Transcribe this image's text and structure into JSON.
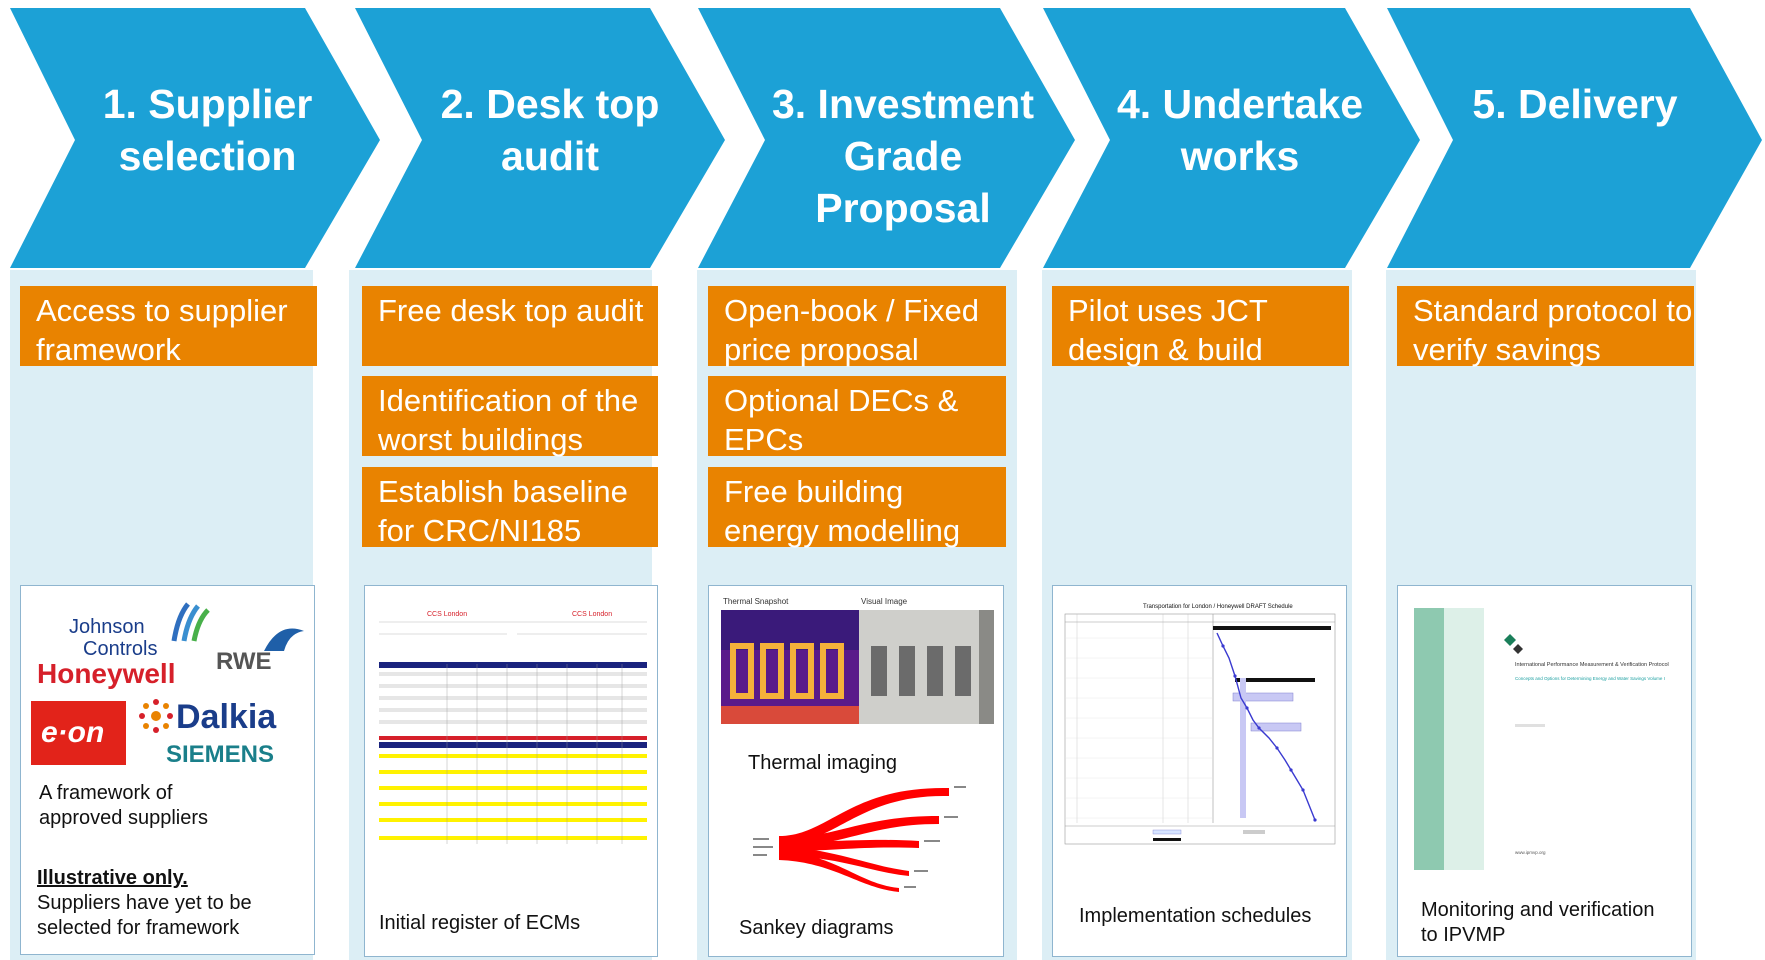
{
  "colors": {
    "chevron": "#1ca1d6",
    "column_bg": "#dceef5",
    "tag": "#e98300",
    "card_border": "#8fb5cf"
  },
  "stages": [
    {
      "title": "1. Supplier selection",
      "tags": [
        "Access to supplier framework"
      ]
    },
    {
      "title": "2. Desk top audit",
      "tags": [
        "Free desk top audit",
        "Identification of the worst buildings",
        "Establish baseline for CRC/NI185"
      ]
    },
    {
      "title": "3. Investment Grade Proposal",
      "tags": [
        "Open-book / Fixed price proposal",
        "Optional DECs & EPCs",
        "Free building energy modelling"
      ]
    },
    {
      "title": "4. Undertake works",
      "tags": [
        "Pilot uses JCT design & build"
      ]
    },
    {
      "title": "5. Delivery",
      "tags": [
        "Standard protocol to verify savings"
      ]
    }
  ],
  "card1": {
    "logos": {
      "johnson": "Johnson",
      "controls": "Controls",
      "honeywell": "Honeywell",
      "rwe": "RWE",
      "eon": "e·on",
      "dalkia": "Dalkia",
      "siemens": "SIEMENS"
    },
    "caption": "A framework of approved suppliers",
    "note_title": "Illustrative only.",
    "note_body": "Suppliers have yet to be selected for framework"
  },
  "card2": {
    "caption": "Initial register of ECMs",
    "doc_title_left": "CCS London",
    "doc_title_right": "CCS London"
  },
  "card3": {
    "thermal_label": "Thermal Snapshot",
    "visual_label": "Visual Image",
    "thermal_caption": "Thermal imaging",
    "sankey_caption": "Sankey diagrams"
  },
  "card4": {
    "schedule_title": "Transportation for London / Honeywell DRAFT Schedule",
    "caption": "Implementation schedules"
  },
  "card5": {
    "doc_title": "International Performance Measurement & Verification Protocol",
    "doc_sub": "Concepts and Options for Determining Energy and Water Savings Volume I",
    "doc_url": "www.ipmvp.org",
    "caption": "Monitoring and verification to IPVMP"
  }
}
